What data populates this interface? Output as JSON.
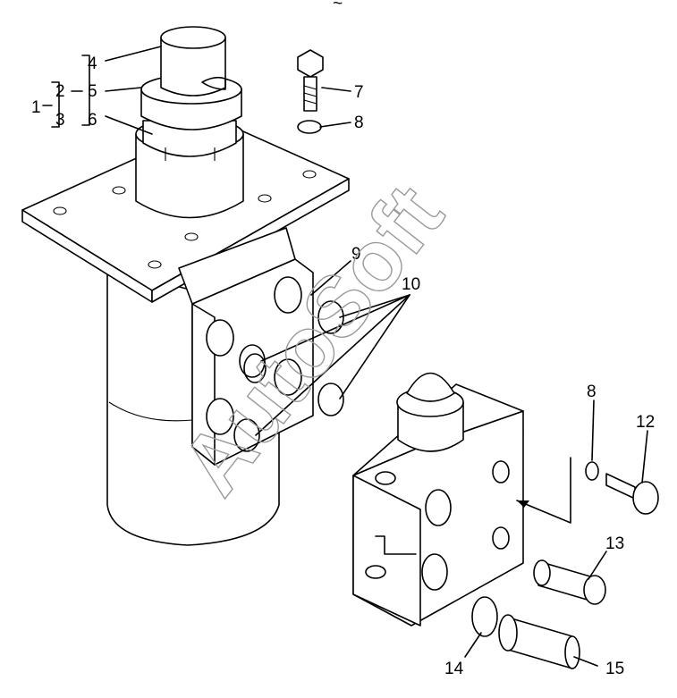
{
  "callouts": {
    "c1": "1",
    "c2": "2",
    "c3": "3",
    "c4": "4",
    "c5": "5",
    "c6": "6",
    "c7": "7",
    "c8a": "8",
    "c9": "9",
    "c10": "10",
    "c8b": "8",
    "c12": "12",
    "c13": "13",
    "c14": "14",
    "c15": "15"
  },
  "watermark": "AutoSoft",
  "top_mark": "~"
}
